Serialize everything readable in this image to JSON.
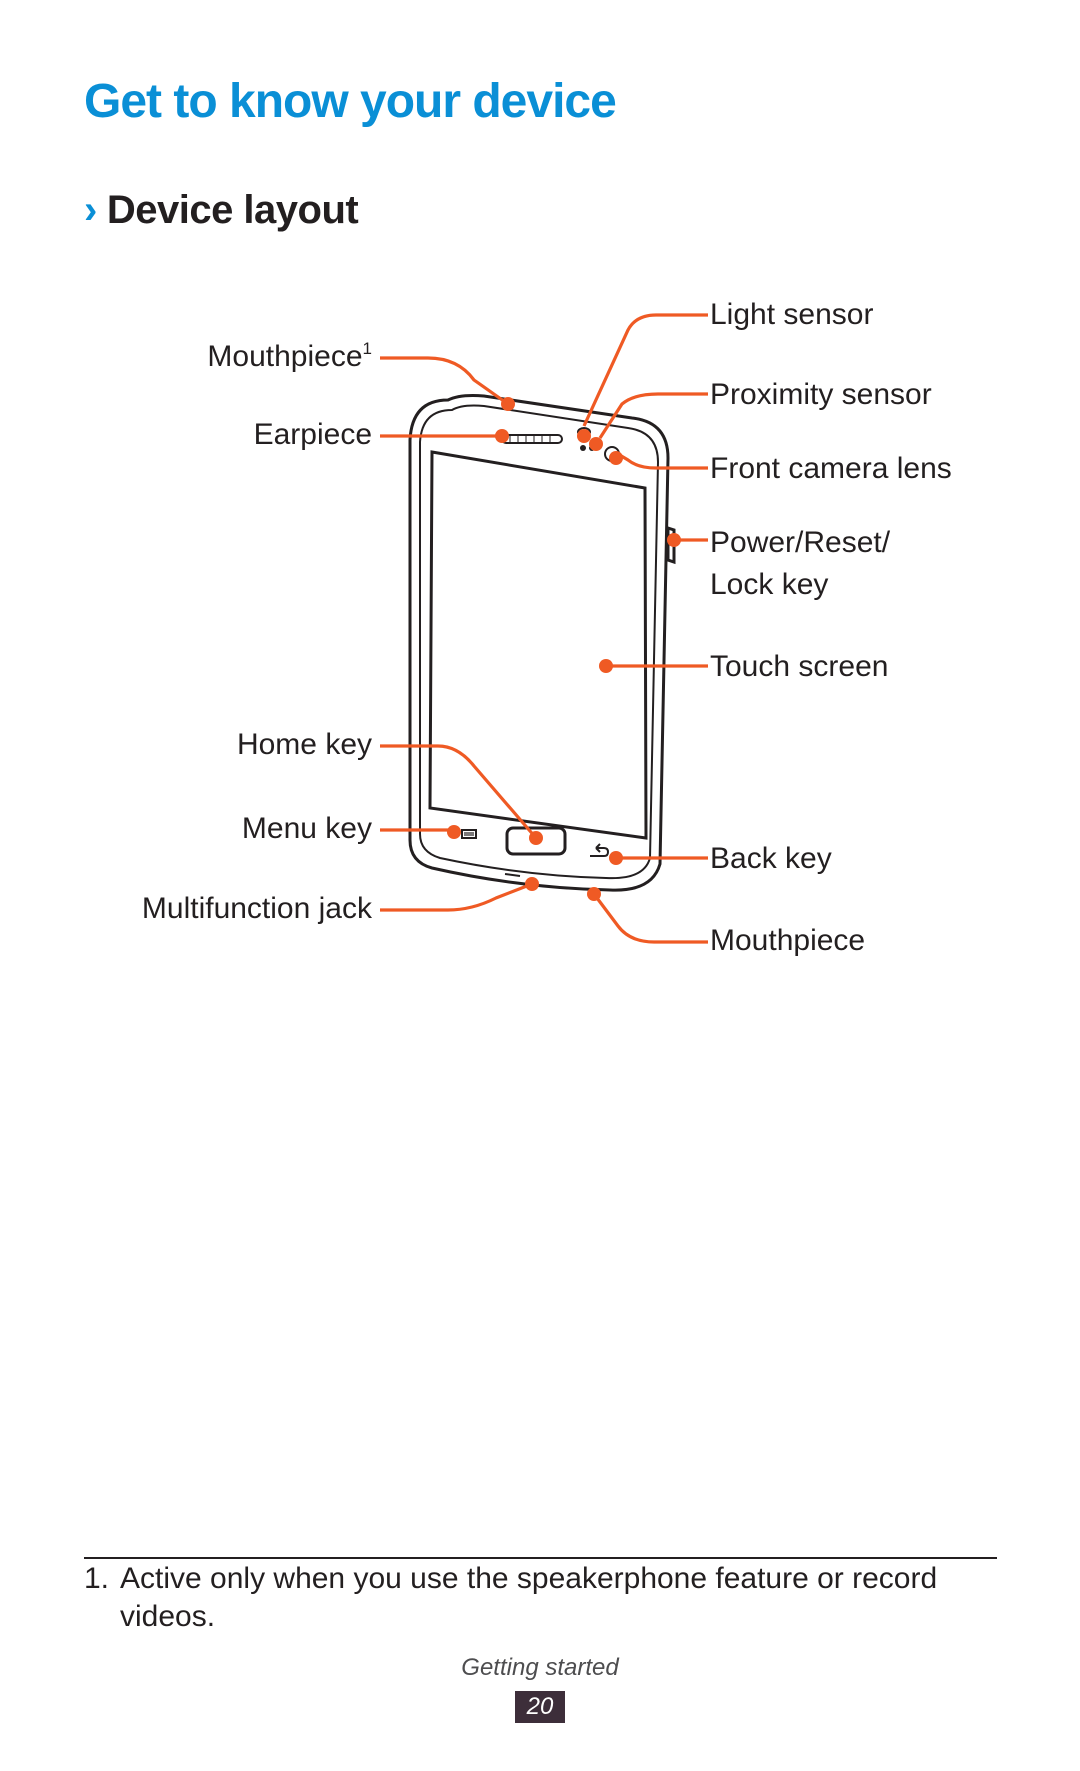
{
  "page": {
    "title": "Get to know your device",
    "section_marker": "›",
    "section_heading": "Device layout"
  },
  "diagram": {
    "labels_left": {
      "mouthpiece_top": "Mouthpiece",
      "mouthpiece_top_sup": "1",
      "earpiece": "Earpiece",
      "home_key": "Home key",
      "menu_key": "Menu key",
      "multifunction_jack": "Multifunction jack"
    },
    "labels_right": {
      "light_sensor": "Light sensor",
      "proximity_sensor": "Proximity sensor",
      "front_camera_lens": "Front camera lens",
      "power_key_line1": "Power/Reset/",
      "power_key_line2": "Lock key",
      "touch_screen": "Touch screen",
      "back_key": "Back key",
      "mouthpiece_bottom": "Mouthpiece"
    },
    "colors": {
      "leader": "#ef5a24",
      "title": "#0a8fd6",
      "outline": "#231f20"
    }
  },
  "footnote": {
    "number": "1.",
    "text": "Active only when you use the speakerphone feature or record videos."
  },
  "footer": {
    "section": "Getting started",
    "page_number": "20"
  }
}
